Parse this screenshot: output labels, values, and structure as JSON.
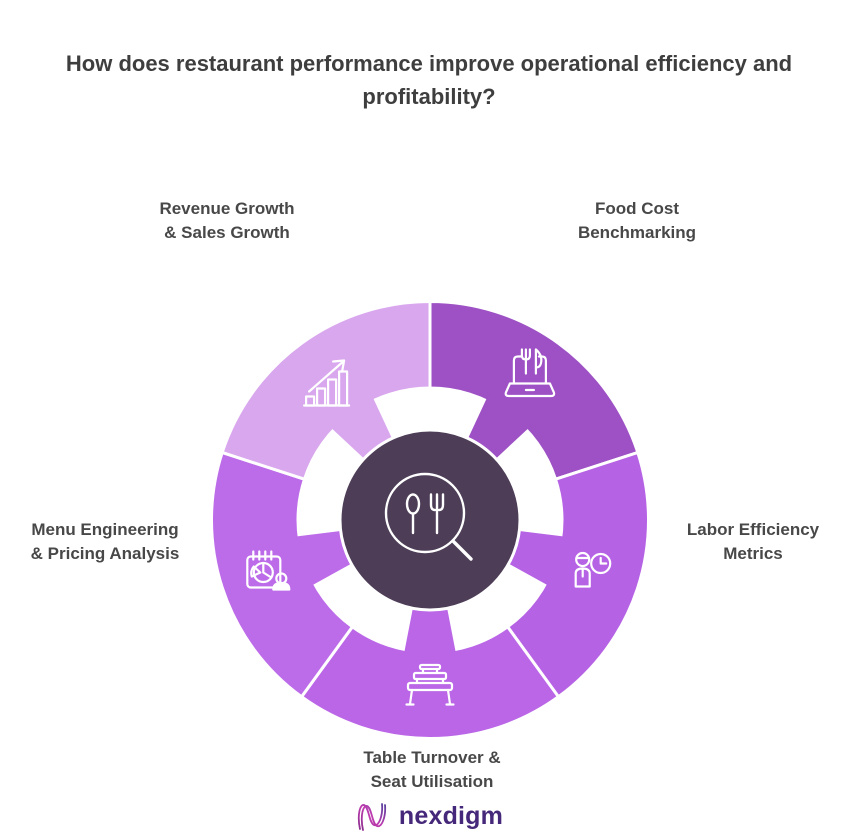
{
  "title": "How does restaurant performance improve operational efficiency and profitability?",
  "diagram": {
    "center": {
      "icon": "magnifier-cutlery",
      "color": "#4d3d57"
    },
    "segments": [
      {
        "id": "food-cost-benchmarking",
        "label": "Food Cost\nBenchmarking",
        "color": "#9d51c5",
        "icon": "laptop-cutlery"
      },
      {
        "id": "labor-efficiency-metrics",
        "label": "Labor Efficiency\nMetrics",
        "color": "#b662e5",
        "icon": "person-clock"
      },
      {
        "id": "table-turnover-seat-utilisation",
        "label": "Table Turnover &\nSeat Utilisation",
        "color": "#ba66e7",
        "icon": "table"
      },
      {
        "id": "menu-engineering-pricing-analysis",
        "label": "Menu Engineering\n& Pricing Analysis",
        "color": "#bd6ce9",
        "icon": "calendar-pie-person"
      },
      {
        "id": "revenue-growth-sales-growth",
        "label": "Revenue Growth\n& Sales Growth",
        "color": "#d9a7ee",
        "icon": "growth-chart"
      }
    ]
  },
  "logo": {
    "text": "nexdigm",
    "text_color": "#46287a",
    "mark_colors": [
      "#8b2f8f",
      "#c13bb0",
      "#5b3f9e"
    ]
  }
}
